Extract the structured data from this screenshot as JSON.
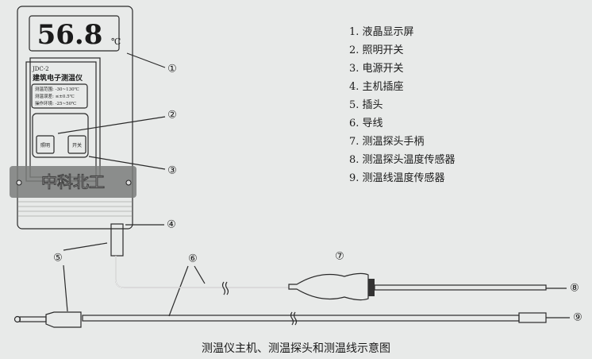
{
  "device": {
    "display_value": "56.8",
    "display_unit": "℃",
    "model": "JDC-2",
    "name": "建筑电子测温仪",
    "specs": [
      "测温范围: -30~130℃",
      "测温误差: ≤±0.5℃",
      "操作环境: -25~50℃"
    ],
    "button_light": "照明",
    "button_power": "开关",
    "watermark": "中科北工"
  },
  "callouts": [
    "①",
    "②",
    "③",
    "④",
    "⑤",
    "⑥",
    "⑦",
    "⑧",
    "⑨"
  ],
  "legend": [
    "1. 液晶显示屏",
    "2. 照明开关",
    "3. 电源开关",
    "4. 主机插座",
    "5. 插头",
    "6. 导线",
    "7. 测温探头手柄",
    "8. 测温探头温度传感器",
    "9. 测温线温度传感器"
  ],
  "caption": "测温仪主机、测温探头和测温线示意图"
}
